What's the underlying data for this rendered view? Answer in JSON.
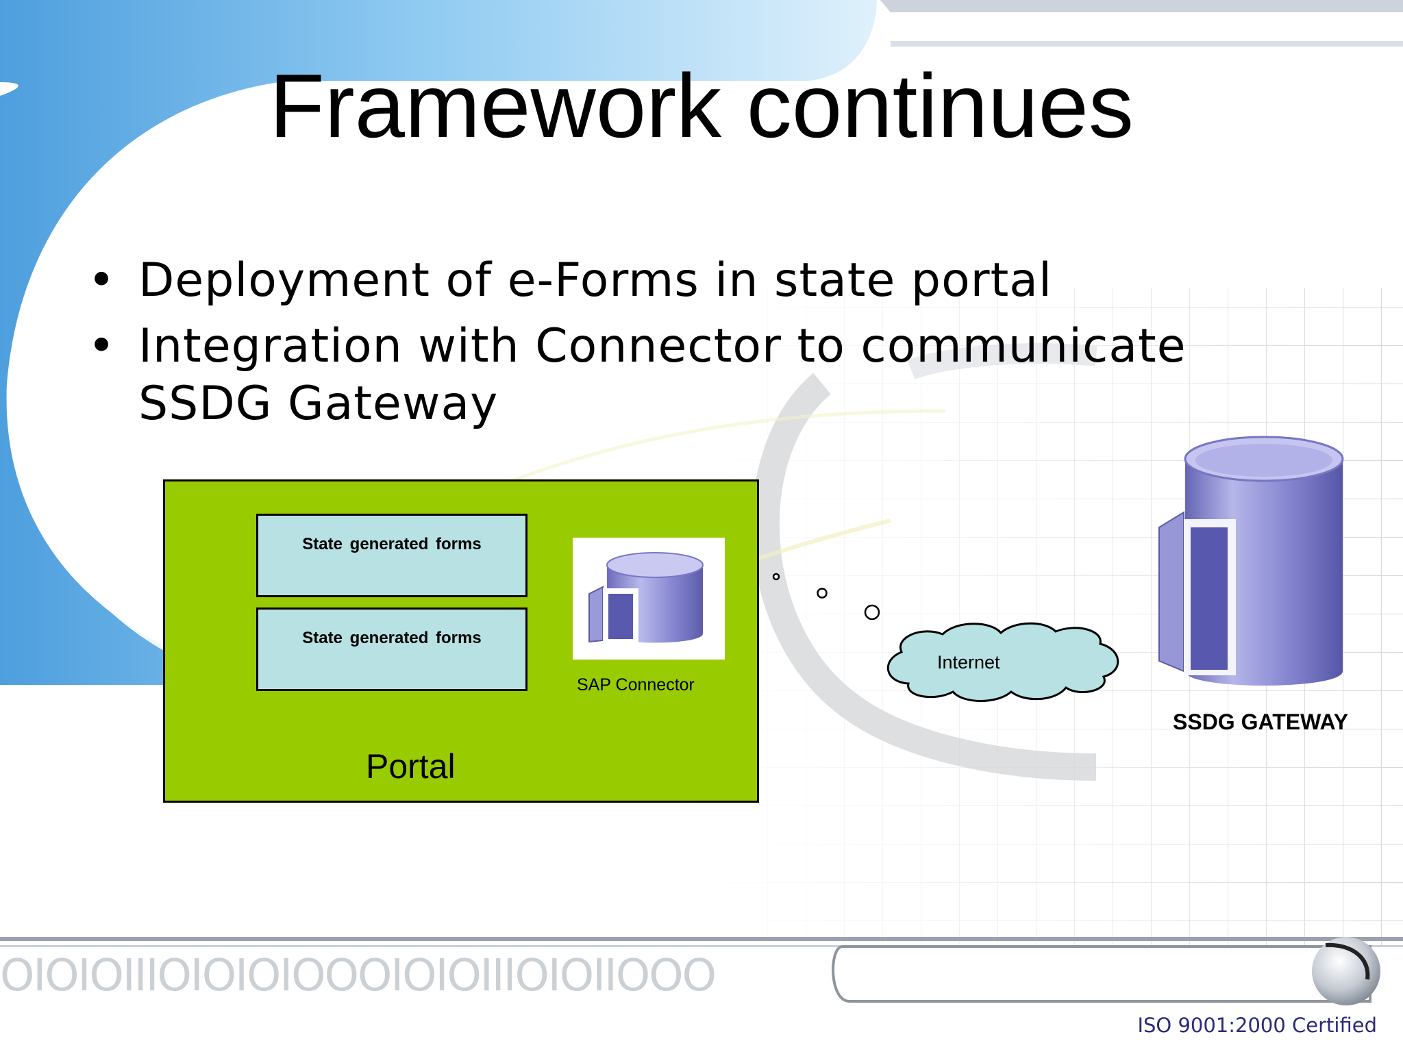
{
  "slide": {
    "title": "Framework continues",
    "bullets": [
      "Deployment of e-Forms in state portal",
      "Integration with Connector to communicate SSDG Gateway"
    ],
    "footer": "ISO 9001:2000 Certified",
    "binary_strip": "OIOIOIIIOIOIOIOOOIOIOIIIOIOIIOOO"
  },
  "diagram": {
    "portal_label": "Portal",
    "forms": [
      "State  generated forms",
      "State  generated forms"
    ],
    "sap_connector_label": "SAP Connector",
    "internet_label": "Internet",
    "gateway_label": "SSDG GATEWAY"
  },
  "colors": {
    "portal_fill": "#99cc00",
    "form_fill": "#b7e1e3",
    "cloud_fill": "#b7e1e3",
    "database_body": "#8f8fd6",
    "accent_blue": "#4da3e0"
  },
  "icons": [
    "database-icon",
    "cloud-icon",
    "thought-bubble-dots"
  ]
}
